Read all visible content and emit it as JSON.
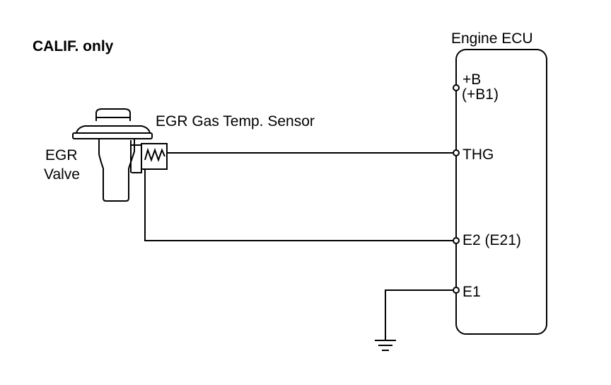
{
  "note": "CALIF. only",
  "ecu": {
    "title": "Engine ECU",
    "terminals": {
      "b": "+B",
      "b1": "(+B1)",
      "thg": "THG",
      "e2": "E2 (E21)",
      "e1": "E1"
    }
  },
  "sensor": {
    "label": "EGR Gas Temp. Sensor"
  },
  "valve": {
    "label_line1": "EGR",
    "label_line2": "Valve"
  },
  "icons": {
    "valve": "egr-valve-icon",
    "resistor": "thermistor-icon",
    "ground": "ground-icon"
  }
}
